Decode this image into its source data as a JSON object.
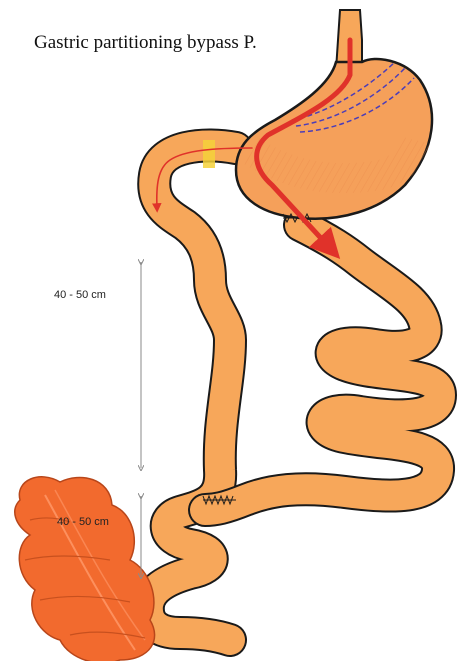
{
  "diagram": {
    "title": "Gastric partitioning bypass P.",
    "measurements": [
      {
        "label": "40 - 50 cm"
      },
      {
        "label": "40 - 50 cm"
      }
    ]
  },
  "colors": {
    "bowel_fill": "#F7A75A",
    "stomach_fill": "#F5A05A",
    "outline": "#1A1A1A",
    "colon_fill": "#F26A2E",
    "colon_highlight": "#FF9A6A",
    "food_path": "#E0322A",
    "staple_line": "#4B3DB8",
    "pylorus_band": "#F5D13A",
    "measure_line": "#8A8A8A"
  }
}
